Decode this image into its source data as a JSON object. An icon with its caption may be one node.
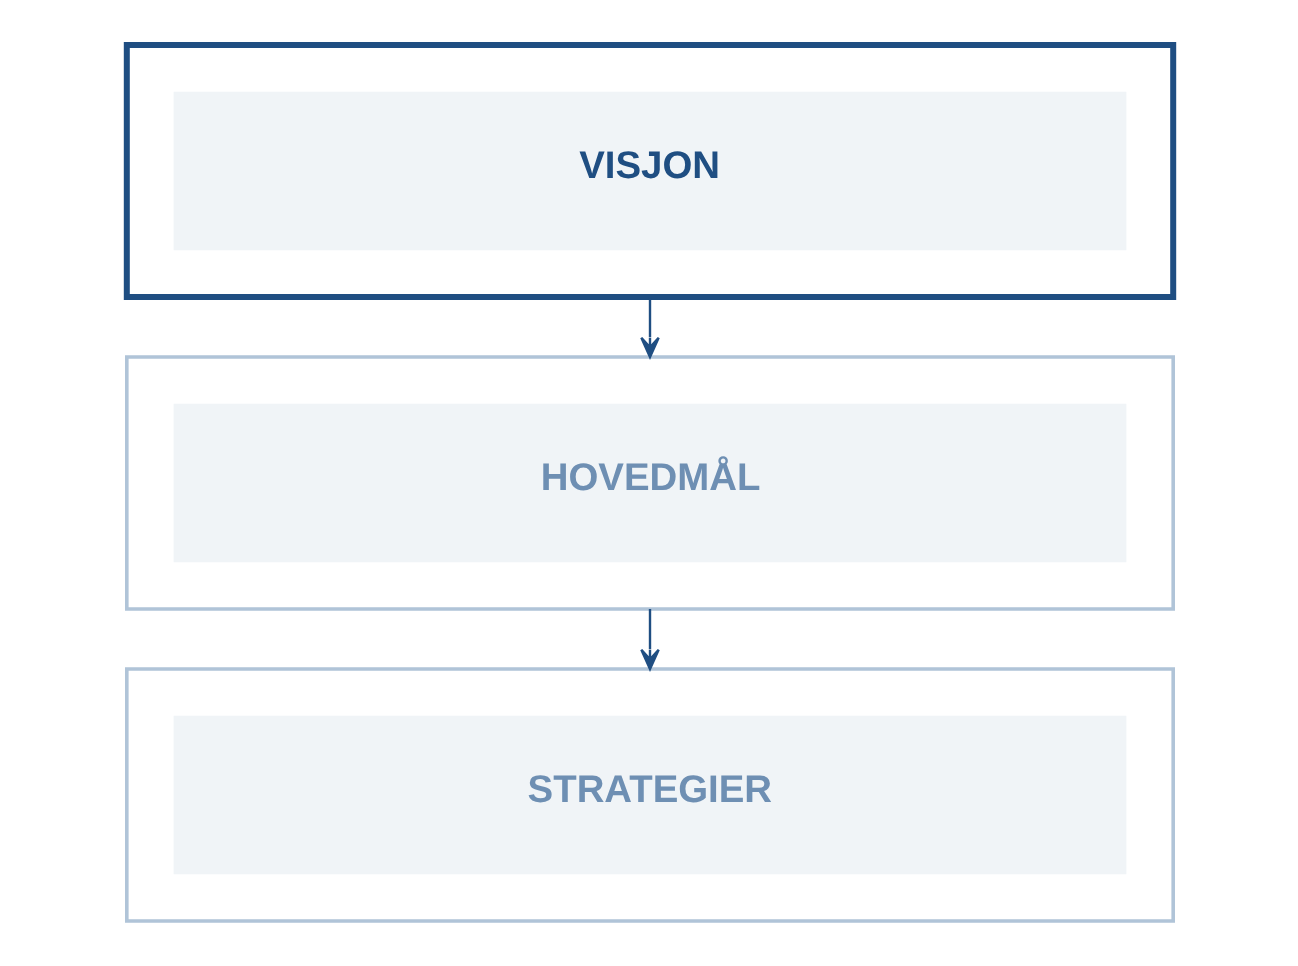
{
  "diagram": {
    "nodes": [
      {
        "text": [],
        "shape": "box"
      },
      {
        "text": [
          "VISJON"
        ],
        "in": 0
      },
      {
        "text": [],
        "shape": "box"
      },
      {
        "text": [
          "HOVEDMÅL"
        ],
        "in": 2
      },
      {
        "text": [],
        "shape": "box"
      },
      {
        "text": [
          "STRATEGIER"
        ],
        "in": 4
      }
    ],
    "edges": [
      {
        "from": 0,
        "to": 2,
        "arrow": "to"
      },
      {
        "from": 2,
        "to": 4,
        "arrow": "to"
      }
    ]
  }
}
